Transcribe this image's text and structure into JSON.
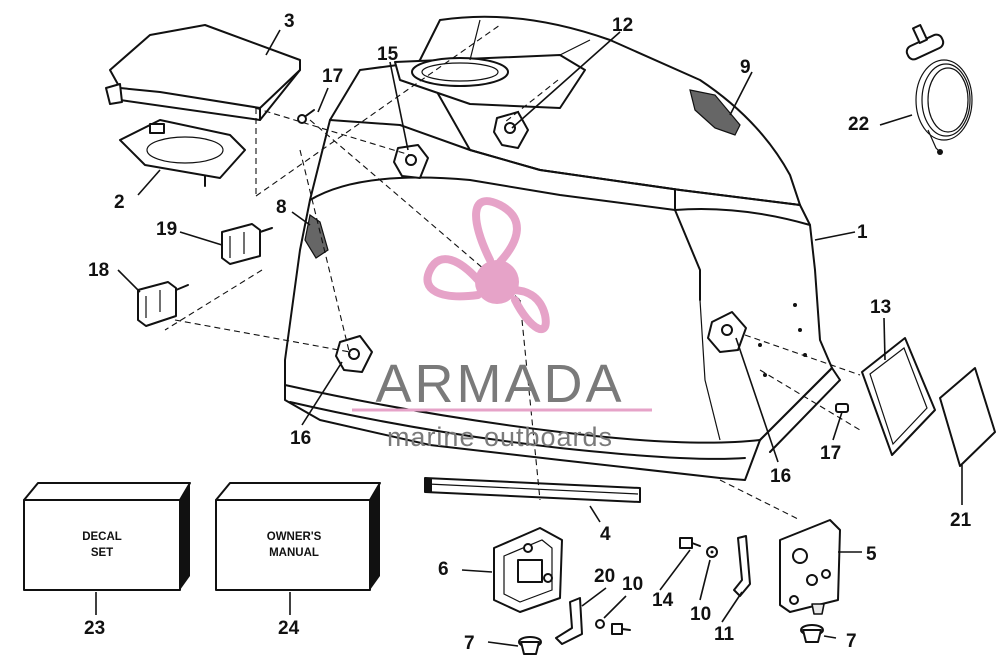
{
  "watermark": {
    "brand": "ARMADA",
    "tagline": "marine outboards",
    "logo_color": "#e6a3c8",
    "brand_text_color": "#7a7a7a"
  },
  "callouts": {
    "c1": "1",
    "c2": "2",
    "c3": "3",
    "c4": "4",
    "c5": "5",
    "c6": "6",
    "c7a": "7",
    "c7b": "7",
    "c8": "8",
    "c9": "9",
    "c10a": "10",
    "c10b": "10",
    "c11": "11",
    "c12": "12",
    "c13": "13",
    "c14": "14",
    "c15": "15",
    "c16a": "16",
    "c16b": "16",
    "c17a": "17",
    "c17b": "17",
    "c18": "18",
    "c19": "19",
    "c20": "20",
    "c21": "21",
    "c22": "22",
    "c23": "23",
    "c24": "24"
  },
  "boxes": {
    "decal_line1": "DECAL",
    "decal_line2": "SET",
    "manual_line1": "OWNER'S",
    "manual_line2": "MANUAL"
  }
}
